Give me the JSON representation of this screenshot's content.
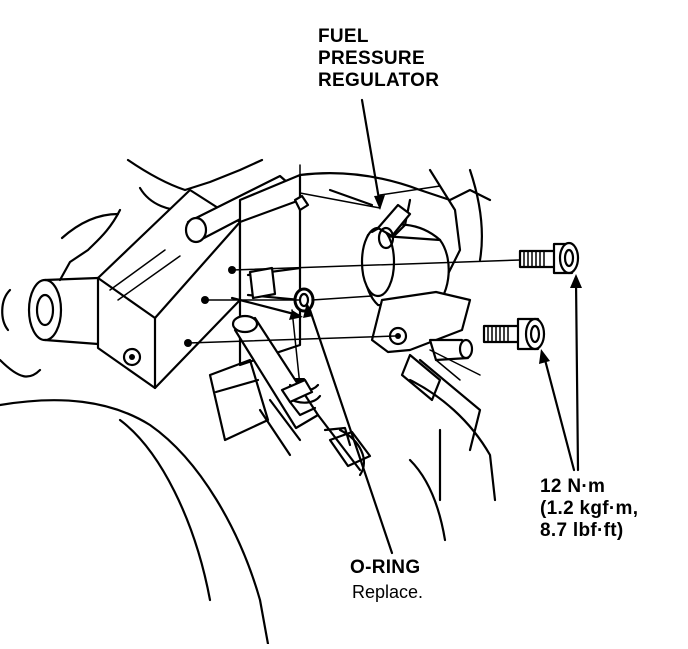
{
  "labels": {
    "fuel_pressure_regulator": [
      "FUEL",
      "PRESSURE",
      "REGULATOR"
    ],
    "torque": [
      "12 N·m",
      "(1.2 kgf·m,",
      "8.7 lbf·ft)"
    ],
    "o_ring": "O-RING",
    "o_ring_note": "Replace."
  },
  "colors": {
    "ink": "#000000",
    "paper": "#ffffff"
  }
}
